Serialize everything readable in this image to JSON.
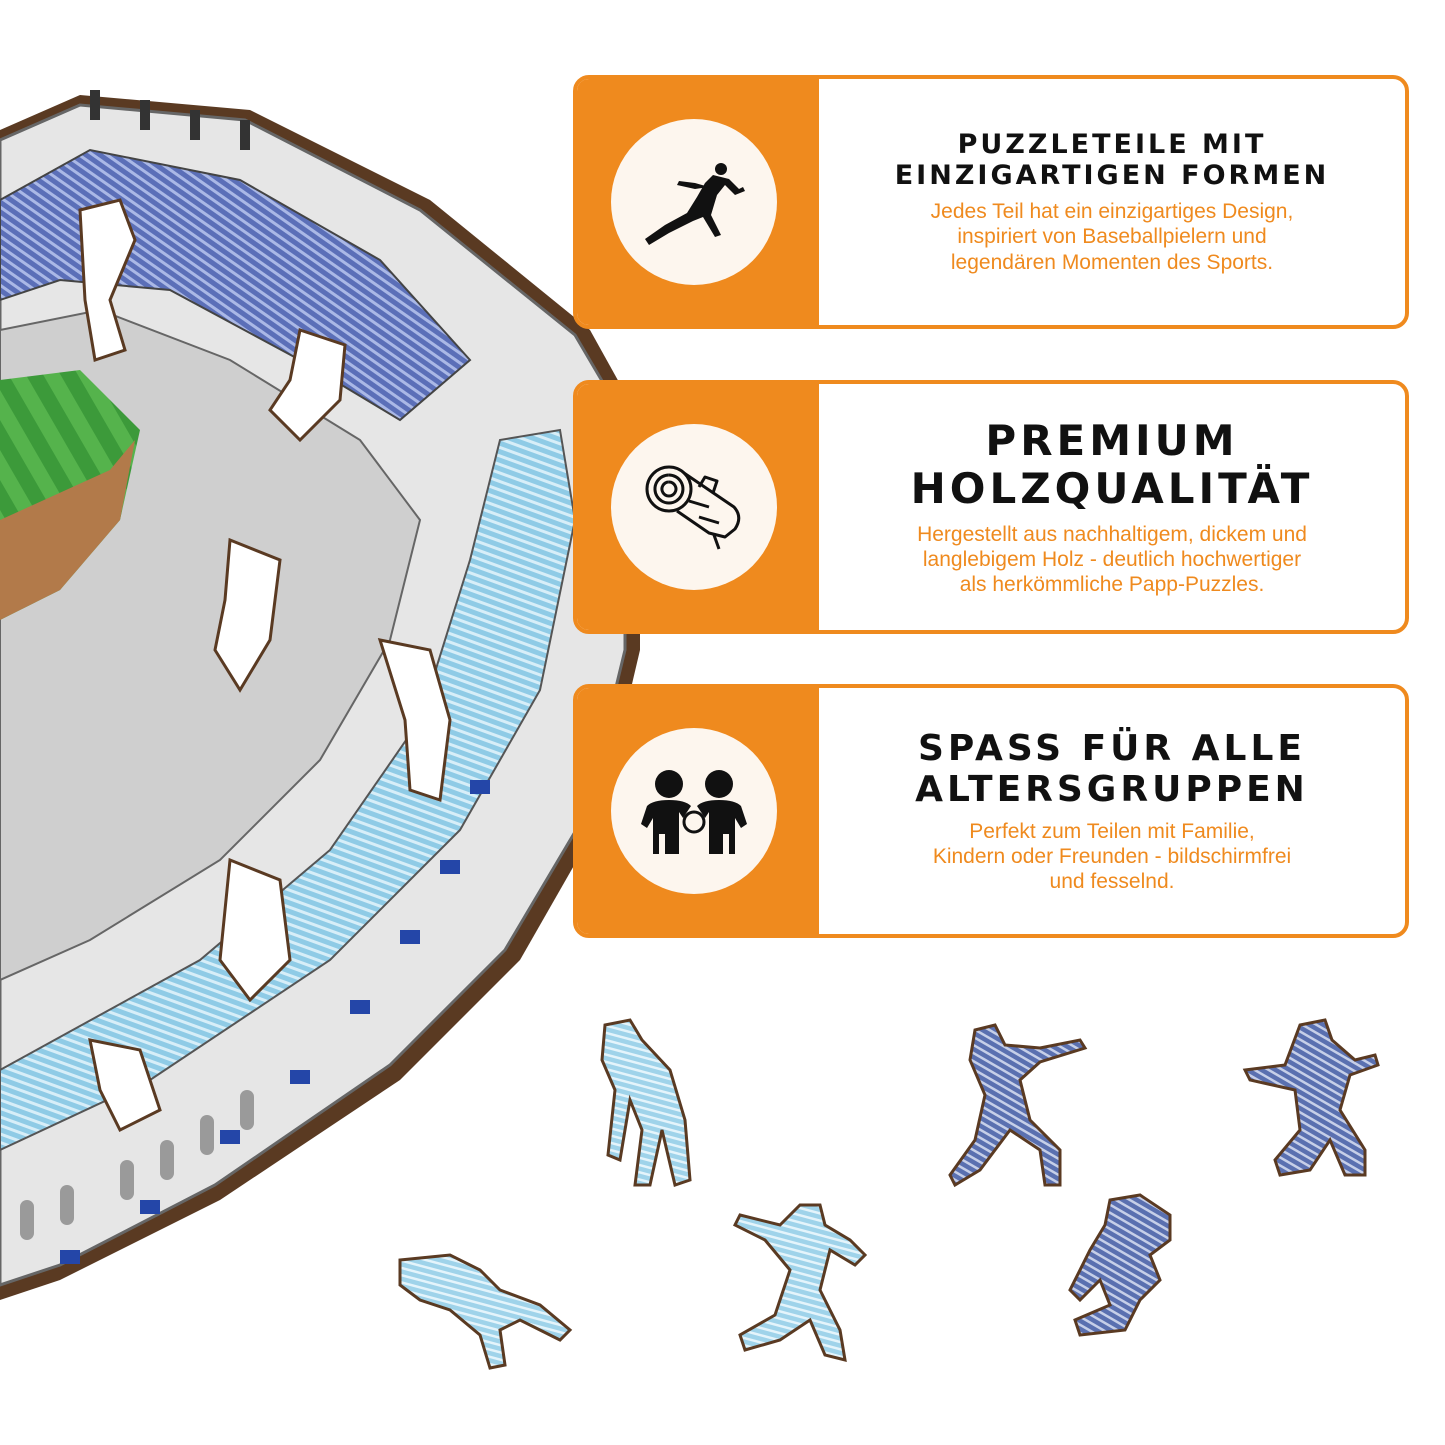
{
  "colors": {
    "accent": "#ef8a1e",
    "text": "#111111",
    "icon_bg": "#fdf6ee"
  },
  "features": [
    {
      "icon": "pitcher-icon",
      "title_line1": "PUZZLETEILE MIT",
      "title_line2": "EINZIGARTIGEN FORMEN",
      "desc_line1": "Jedes Teil hat ein einzigartiges Design,",
      "desc_line2": "inspiriert von Baseballpielern und",
      "desc_line3": "legendären Momenten des Sports."
    },
    {
      "icon": "wood-log-icon",
      "title_line1": "PREMIUM",
      "title_line2": "HOLZQUALITÄT",
      "desc_line1": "Hergestellt aus nachhaltigem, dickem und",
      "desc_line2": "langlebigem Holz - deutlich hochwertiger",
      "desc_line3": "als herkömmliche Papp-Puzzles."
    },
    {
      "icon": "children-icon",
      "title_line1": "SPASS FÜR ALLE",
      "title_line2": "ALTERSGRUPPEN",
      "desc_line1": "Perfekt zum Teilen mit Familie,",
      "desc_line2": "Kindern oder Freunden - bildschirmfrei",
      "desc_line3": "und fesselnd."
    }
  ]
}
